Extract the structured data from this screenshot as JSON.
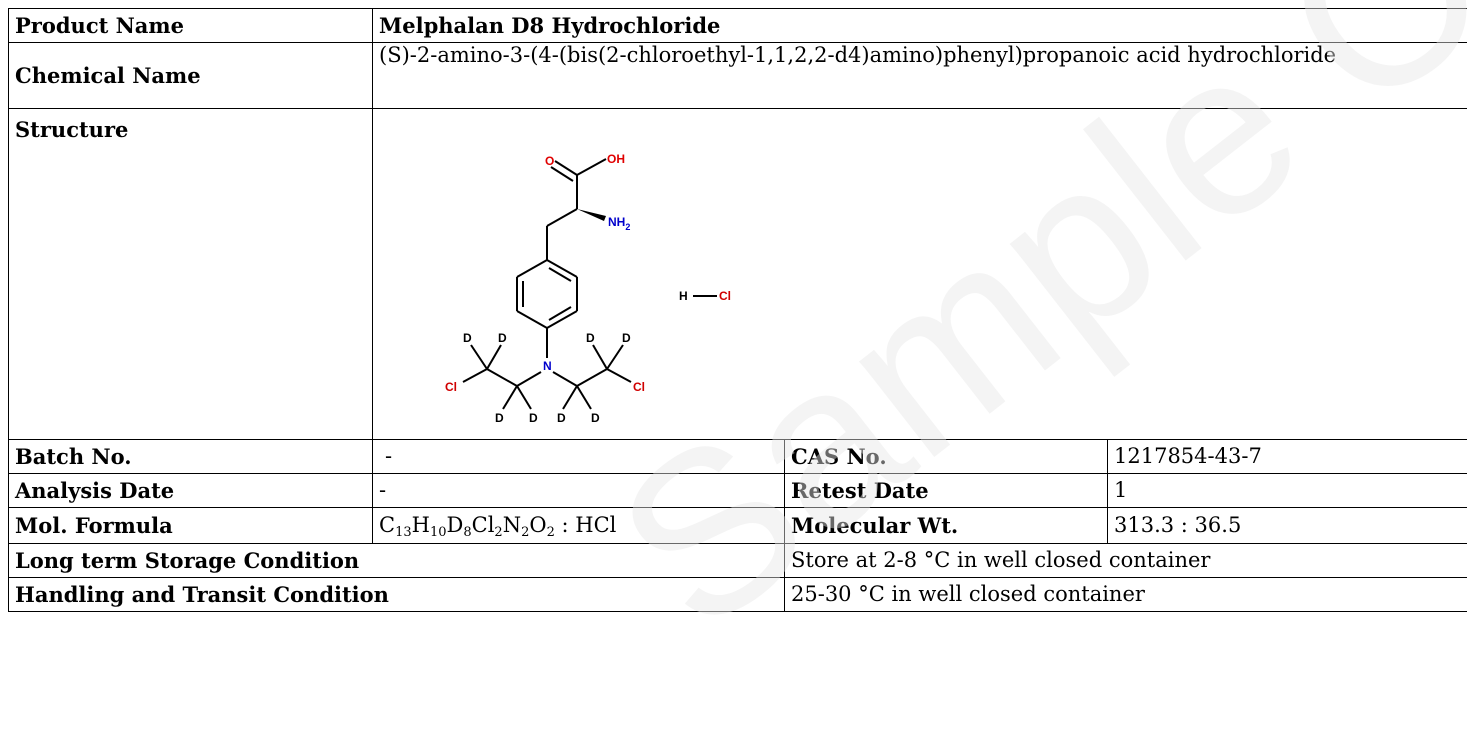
{
  "product_name": {
    "label": "Product Name",
    "value": "Melphalan D8 Hydrochloride"
  },
  "chemical_name": {
    "label": "Chemical Name",
    "value": "(S)-2-amino-3-(4-(bis(2-chloroethyl-1,1,2,2-d4)amino)phenyl)propanoic acid hydrochloride"
  },
  "structure": {
    "label": "Structure",
    "atoms": {
      "o": "O",
      "oh": "OH",
      "nh2": "NH",
      "nh2_sub": "2",
      "n": "N",
      "cl": "Cl",
      "d": "D",
      "h": "H"
    }
  },
  "batch_no": {
    "label": "Batch No.",
    "value": "-"
  },
  "cas_no": {
    "label": "CAS No.",
    "value": "1217854-43-7"
  },
  "analysis_date": {
    "label": "Analysis Date",
    "value": "-"
  },
  "retest_date": {
    "label": "Retest Date",
    "value": "1"
  },
  "mol_formula": {
    "label": "Mol. Formula",
    "parts": [
      {
        "t": "C"
      },
      {
        "s": "13"
      },
      {
        "t": "H"
      },
      {
        "s": "10"
      },
      {
        "t": "D"
      },
      {
        "s": "8"
      },
      {
        "t": "Cl"
      },
      {
        "s": "2"
      },
      {
        "t": "N"
      },
      {
        "s": "2"
      },
      {
        "t": "O"
      },
      {
        "s": "2"
      },
      {
        "t": " : HCl"
      }
    ]
  },
  "molecular_wt": {
    "label": "Molecular Wt.",
    "value": "313.3 : 36.5"
  },
  "storage": {
    "label": "Long term Storage Condition",
    "value": "Store at 2-8 °C in well closed container"
  },
  "handling": {
    "label": "Handling and Transit Condition",
    "value": "25-30 °C in well closed container"
  },
  "watermark": {
    "text": "Sample COA",
    "color": "#e6e6e6"
  },
  "colors": {
    "oxygen": "#e00000",
    "nitrogen": "#0000cc",
    "chlorine": "#d00000",
    "bond": "#000000"
  }
}
